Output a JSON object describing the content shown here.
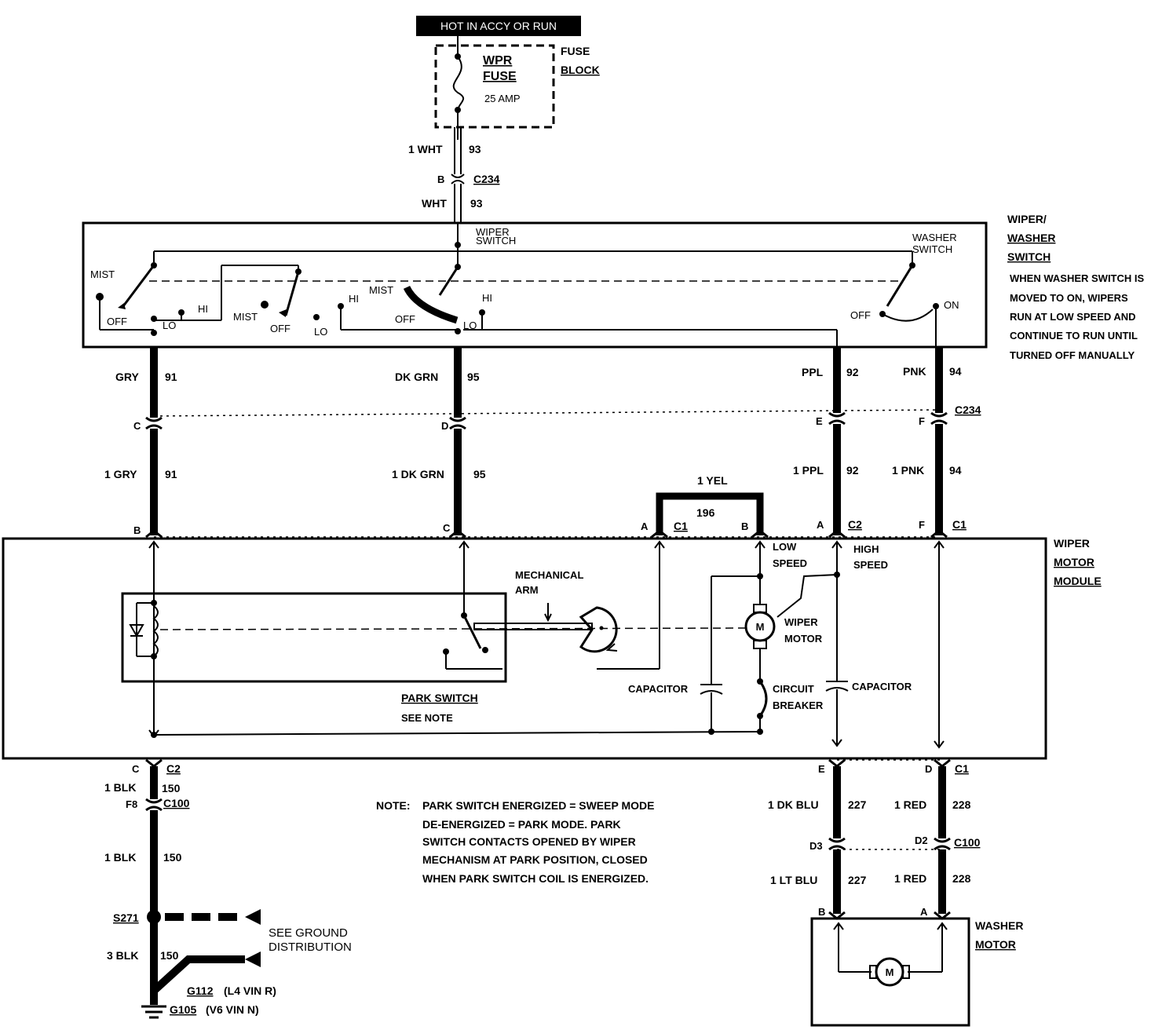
{
  "power": {
    "header": "HOT IN ACCY OR RUN",
    "fuse_name_1": "WPR",
    "fuse_name_2": "FUSE",
    "fuse_rating": "25 AMP",
    "fuse_block_1": "FUSE",
    "fuse_block_2": "BLOCK"
  },
  "top_wire": {
    "w1_label": "1 WHT",
    "w1_circuit": "93",
    "conn_pin": "B",
    "conn_name": "C234",
    "w2_label": "WHT",
    "w2_circuit": "93"
  },
  "switch_box": {
    "wiper_switch_1": "WIPER",
    "wiper_switch_2": "SWITCH",
    "washer_switch_1": "WASHER",
    "washer_switch_2": "SWITCH",
    "s1_mist": "MIST",
    "s1_off": "OFF",
    "s1_lo": "LO",
    "s1_hi": "HI",
    "s2_mist": "MIST",
    "s2_off": "OFF",
    "s2_lo": "LO",
    "s2_hi": "HI",
    "s3_mist": "MIST",
    "s3_off": "OFF",
    "s3_lo": "LO",
    "s3_hi": "HI",
    "washer_off": "OFF",
    "washer_on": "ON"
  },
  "side_title": {
    "line1": "WIPER/",
    "line2": "WASHER",
    "line3": "SWITCH",
    "note": [
      "WHEN WASHER SWITCH IS",
      "MOVED TO ON, WIPERS",
      "RUN AT LOW SPEED AND",
      "CONTINUE TO RUN UNTIL",
      "TURNED OFF MANUALLY"
    ]
  },
  "upper_wires": {
    "gry_label": "GRY",
    "gry_circuit": "91",
    "dkgrn_label": "DK GRN",
    "dkgrn_circuit": "95",
    "ppl_label": "PPL",
    "ppl_circuit": "92",
    "pnk_label": "PNK",
    "pnk_circuit": "94",
    "c234_pin_c": "C",
    "c234_pin_d": "D",
    "c234_pin_e": "E",
    "c234_pin_f": "F",
    "c234_name": "C234",
    "gry1_label": "1 GRY",
    "gry1_circuit": "91",
    "dkgrn1_label": "1 DK GRN",
    "dkgrn1_circuit": "95",
    "ppl1_label": "1 PPL",
    "ppl1_circuit": "92",
    "pnk1_label": "1 PNK",
    "pnk1_circuit": "94",
    "yel_label": "1 YEL",
    "yel_circuit": "196",
    "pin_b": "B",
    "pin_c": "C",
    "pin_a1": "A",
    "c1_a": "C1",
    "pin_b2": "B",
    "pin_a2": "A",
    "c2_a": "C2",
    "pin_f": "F",
    "c1_b": "C1"
  },
  "module": {
    "title": [
      "WIPER",
      "MOTOR",
      "MODULE"
    ],
    "low_speed": [
      "LOW",
      "SPEED"
    ],
    "high_speed": [
      "HIGH",
      "SPEED"
    ],
    "mech_arm": [
      "MECHANICAL",
      "ARM"
    ],
    "wiper_motor": [
      "WIPER",
      "MOTOR"
    ],
    "motor_glyph": "M",
    "capacitor_left": "CAPACITOR",
    "capacitor_right": "CAPACITOR",
    "circuit_breaker": [
      "CIRCUIT",
      "BREAKER"
    ],
    "park_switch": "PARK SWITCH",
    "see_note": "SEE NOTE"
  },
  "lower_left": {
    "pin_c": "C",
    "c2": "C2",
    "blk1_label": "1 BLK",
    "blk1_circuit": "150",
    "pin_f8": "F8",
    "c100": "C100",
    "blk2_label": "1 BLK",
    "blk2_circuit": "150",
    "splice": "S271",
    "see_ground_1": "SEE GROUND",
    "see_ground_2": "DISTRIBUTION",
    "blk3_label": "3 BLK",
    "blk3_circuit": "150",
    "g112": "G112",
    "g112_note": "(L4 VIN R)",
    "g105": "G105",
    "g105_note": "(V6 VIN N)"
  },
  "note": {
    "prefix": "NOTE:",
    "lines": [
      "PARK SWITCH ENERGIZED = SWEEP MODE",
      "DE-ENERGIZED = PARK MODE.  PARK",
      "SWITCH CONTACTS OPENED BY WIPER",
      "MECHANISM AT PARK POSITION, CLOSED",
      "WHEN PARK SWITCH COIL IS ENERGIZED."
    ]
  },
  "lower_right": {
    "pin_e": "E",
    "pin_d": "D",
    "c1": "C1",
    "dkblu_label": "1 DK BLU",
    "dkblu_circuit": "227",
    "red1_label": "1 RED",
    "red1_circuit": "228",
    "pin_d3": "D3",
    "pin_d2": "D2",
    "c100": "C100",
    "ltblu_label": "1 LT BLU",
    "ltblu_circuit": "227",
    "red2_label": "1 RED",
    "red2_circuit": "228",
    "pin_b": "B",
    "pin_a": "A",
    "washer_motor_1": "WASHER",
    "washer_motor_2": "MOTOR",
    "motor_glyph": "M"
  }
}
